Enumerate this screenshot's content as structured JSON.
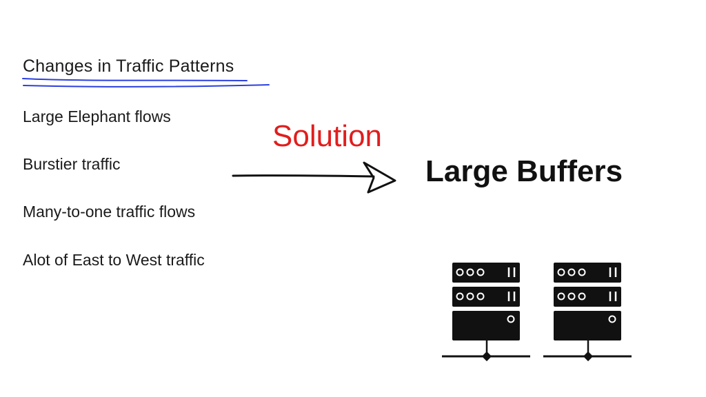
{
  "heading": "Changes in Traffic Patterns",
  "items": [
    "Large Elephant flows",
    "Burstier traffic",
    "Many-to-one traffic flows",
    "Alot of East to West traffic"
  ],
  "solution_label": "Solution",
  "result_label": "Large Buffers",
  "icons": [
    "server-rack-icon",
    "server-rack-icon"
  ],
  "colors": {
    "text": "#1a1a1a",
    "solution": "#e11d1d",
    "underline": "#2a3fe0",
    "icon": "#111111"
  }
}
